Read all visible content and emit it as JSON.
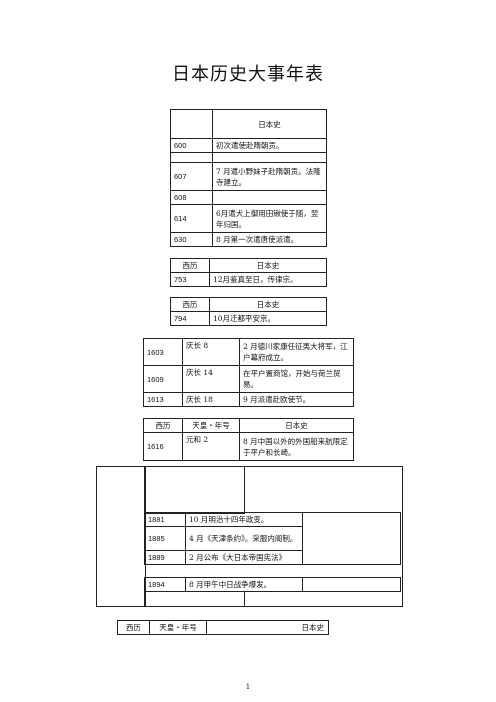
{
  "title": "日本历史大事年表",
  "table1": {
    "header": "日本史",
    "rows": [
      {
        "year": "600",
        "text": "初次遣使赴隋朝贡。"
      },
      {
        "year": "607",
        "text": "7 月遣小野妹子赴隋朝贡。法隆寺建立。"
      },
      {
        "year": "608",
        "text": ""
      },
      {
        "year": "614",
        "text": "6月遣犬上御用田锹使于随，翌年归国。"
      },
      {
        "year": "630",
        "text": "8 月第一次遣唐使派遣。"
      }
    ]
  },
  "table2": {
    "header_year": "西历",
    "header_main": "日本史",
    "rows": [
      {
        "year": "753",
        "text": "12月鉴真至日，传律宗。"
      }
    ]
  },
  "table3": {
    "header_year": "西历",
    "header_main": "日本史",
    "rows": [
      {
        "year": "794",
        "text": "10月迁都平安京。"
      }
    ]
  },
  "table4": {
    "rows": [
      {
        "year": "1603",
        "era": "庆长 8",
        "text": "2 月德川家康任征夷大将军，江户幕府成立。"
      },
      {
        "year": "1609",
        "era": "庆长 14",
        "text": "在平户置商馆，开始与荷兰贸易。"
      },
      {
        "year": "1613",
        "era": "庆长 18",
        "text": "9 月派遣赴欧使节。"
      }
    ]
  },
  "table5": {
    "header_year": "西历",
    "header_era": "天皇・年号",
    "header_main": "日本史",
    "rows": [
      {
        "year": "1616",
        "era": "元和 2",
        "text": "8 月中国以外的外国船来航限定于平户和长崎。"
      }
    ]
  },
  "table6": {
    "rows": [
      {
        "year": "1881",
        "text": "10 月明治十四年政变。"
      },
      {
        "year": "1885",
        "text": "4 月《天津条约》。采服内阁制。"
      },
      {
        "year": "1889",
        "text": "2 月公布《大日本帝国宪法》"
      }
    ]
  },
  "table7": {
    "rows": [
      {
        "year": "1894",
        "text": "8 月甲午中日战争爆发。"
      }
    ]
  },
  "table8": {
    "header_year": "西历",
    "header_era": "天皇・年号",
    "header_main": "日本史"
  },
  "page_number": "1"
}
